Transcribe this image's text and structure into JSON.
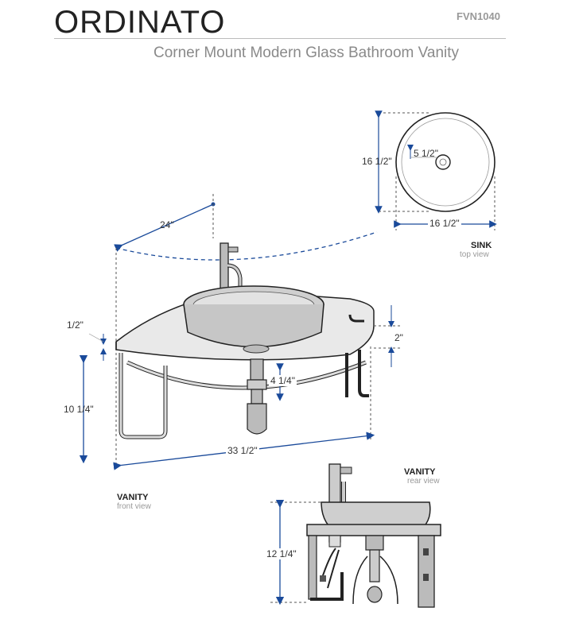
{
  "header": {
    "brand": "ORDINATO",
    "model": "FVN1040",
    "subtitle": "Corner Mount Modern Glass Bathroom Vanity"
  },
  "dimensions": {
    "sink_height": "16 1/2\"",
    "sink_width": "16 1/2\"",
    "drain": "5 1/2\"",
    "depth": "24\"",
    "top_thickness": "1/2\"",
    "basin_height": "2\"",
    "drain_drop": "4 1/4\"",
    "vanity_height": "10 1/4\"",
    "vanity_width": "33 1/2\"",
    "rear_height": "12 1/4\""
  },
  "labels": {
    "sink_title": "SINK",
    "sink_view": "top view",
    "front_title": "VANITY",
    "front_view": "front view",
    "rear_title": "VANITY",
    "rear_view": "rear view"
  },
  "colors": {
    "dimension_line": "#1a4a9a",
    "outline": "#222222",
    "glass": "#c8c8c8"
  }
}
